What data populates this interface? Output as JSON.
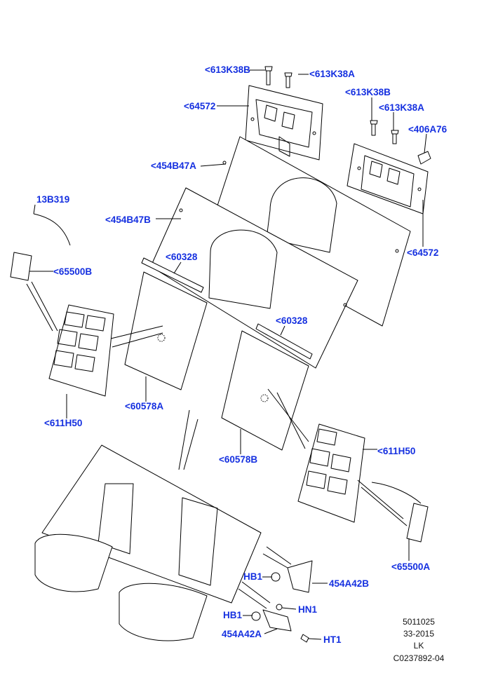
{
  "callouts": {
    "c_613k38b_top": "<613K38B",
    "c_613k38a_top": "<613K38A",
    "c_64572_top": "<64572",
    "c_613k38b_right": "<613K38B",
    "c_613k38a_right": "<613K38A",
    "c_406a76": "<406A76",
    "c_454b47a": "<454B47A",
    "c_13b319": "13B319",
    "c_454b47b": "<454B47B",
    "c_64572_right": "<64572",
    "c_60328_left": "<60328",
    "c_65500b": "<65500B",
    "c_60328_right": "<60328",
    "c_60578a": "<60578A",
    "c_611h50_left": "<611H50",
    "c_611h50_right": "<611H50",
    "c_60578b": "<60578B",
    "c_65500a": "<65500A",
    "c_hb1_upper": "HB1",
    "c_454a42b": "454A42B",
    "c_hn1": "HN1",
    "c_hb1_lower": "HB1",
    "c_454a42a": "454A42A",
    "c_ht1": "HT1"
  },
  "meta": {
    "line1": "5011025",
    "line2": "33-2015",
    "line3": "LK",
    "line4": "C0237892-04"
  },
  "colors": {
    "callout": "#1530e0",
    "line": "#000000"
  }
}
